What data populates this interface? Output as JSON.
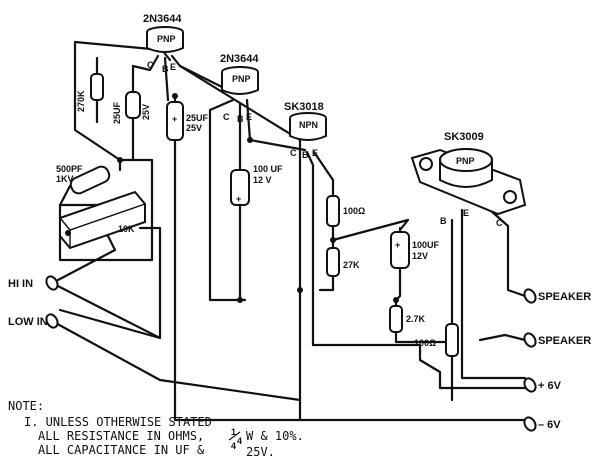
{
  "transistors": {
    "q1": {
      "part": "2N3644",
      "type": "PNP",
      "pins": [
        "C",
        "B",
        "E"
      ]
    },
    "q2": {
      "part": "2N3644",
      "type": "PNP",
      "pins": [
        "C",
        "B",
        "E"
      ]
    },
    "q3": {
      "part": "SK3018",
      "type": "NPN",
      "pins": [
        "C",
        "B",
        "E"
      ]
    },
    "q4": {
      "part": "SK3009",
      "type": "PNP",
      "pins": [
        "B",
        "E",
        "C"
      ]
    }
  },
  "components": {
    "r270k": "270K",
    "c25uf_a": "25UF",
    "c25uf_a_v": "25V",
    "c25uf_b": "25UF",
    "c25uf_b_v": "25V",
    "c500pf": "500PF",
    "c500pf_v": "1KV",
    "pot10k": "10K",
    "c100uf_a": "100 UF",
    "c100uf_a_v": "12 V",
    "r100_a": "100Ω",
    "r27k": "27K",
    "c100uf_b": "100UF",
    "c100uf_b_v": "12V",
    "r2_7k": "2.7K",
    "r100_b": "100Ω",
    "plus": "+",
    "minus": "−"
  },
  "terminals": {
    "hi_in": "HI IN",
    "low_in": "LOW IN",
    "speaker_1": "SPEAKER",
    "speaker_2": "SPEAKER",
    "plus_6v": "+ 6V",
    "minus_6v": "– 6V"
  },
  "note": {
    "heading": "NOTE:",
    "line1": "I. UNLESS OTHERWISE STATED",
    "line2": "ALL RESISTANCE IN OHMS,",
    "line2b": "W & 10%.",
    "frac_num": "1",
    "frac_den": "4",
    "line3": "ALL CAPACITANCE IN UF &",
    "line3b": "25V."
  }
}
